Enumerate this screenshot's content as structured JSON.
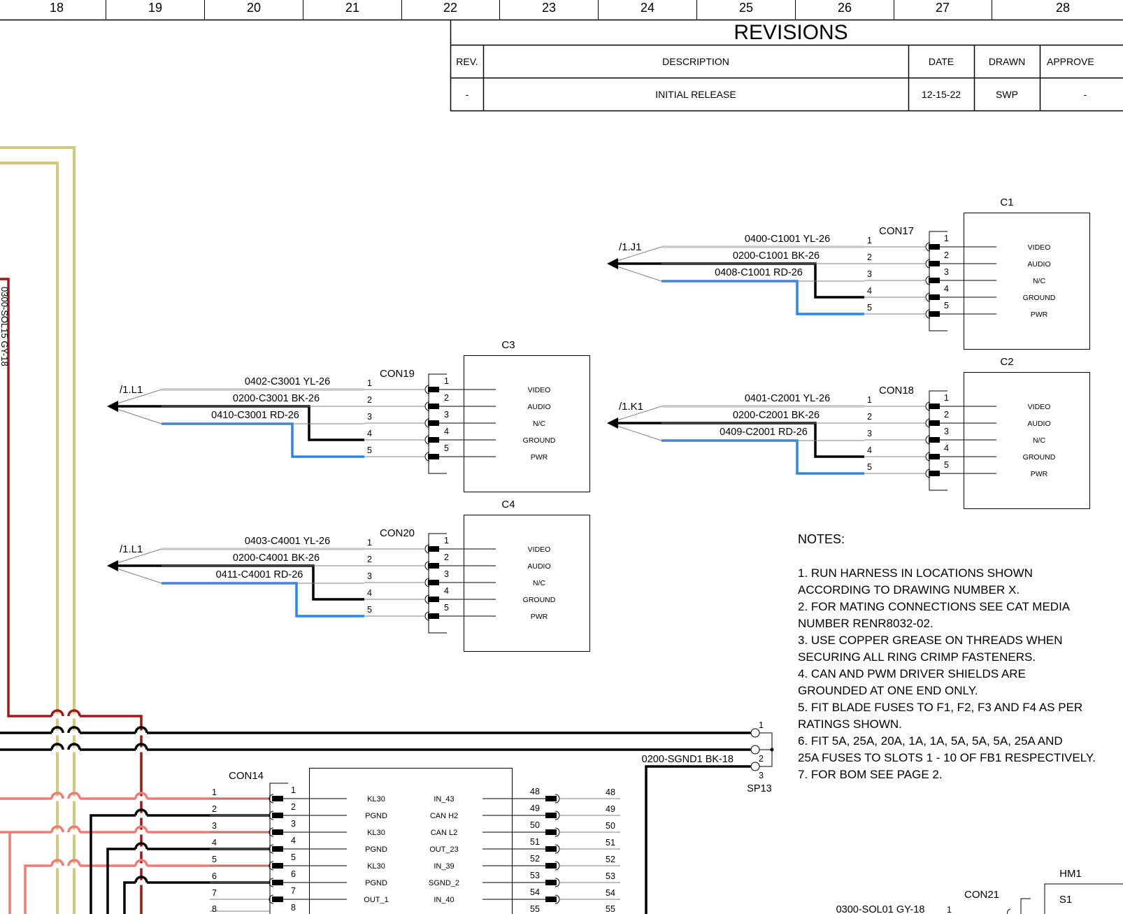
{
  "zones": [
    "18",
    "19",
    "20",
    "21",
    "22",
    "23",
    "24",
    "25",
    "26",
    "27",
    "28"
  ],
  "revisions": {
    "title": "REVISIONS",
    "headers": {
      "rev": "REV.",
      "description": "DESCRIPTION",
      "date": "DATE",
      "drawn": "DRAWN",
      "approved": "APPROVE"
    },
    "rows": [
      {
        "rev": "-",
        "description": "INITIAL RELEASE",
        "date": "12-15-22",
        "drawn": "SWP",
        "approved": "-"
      }
    ]
  },
  "vertical_wire_label": "0300-SOL15 GY-18",
  "connectors": {
    "c1": {
      "name": "C1",
      "mate": "CON17",
      "ref": "/1.J1",
      "wires": [
        "0400-C1001 YL-26",
        "0200-C1001 BK-26",
        "0408-C1001 RD-26"
      ],
      "pins": [
        "1",
        "2",
        "3",
        "4",
        "5"
      ],
      "signals": [
        "VIDEO",
        "AUDIO",
        "N/C",
        "GROUND",
        "PWR"
      ]
    },
    "c2": {
      "name": "C2",
      "mate": "CON18",
      "ref": "/1.K1",
      "wires": [
        "0401-C2001 YL-26",
        "0200-C2001 BK-26",
        "0409-C2001 RD-26"
      ],
      "pins": [
        "1",
        "2",
        "3",
        "4",
        "5"
      ],
      "signals": [
        "VIDEO",
        "AUDIO",
        "N/C",
        "GROUND",
        "PWR"
      ]
    },
    "c3": {
      "name": "C3",
      "mate": "CON19",
      "ref": "/1.L1",
      "wires": [
        "0402-C3001 YL-26",
        "0200-C3001 BK-26",
        "0410-C3001 RD-26"
      ],
      "pins": [
        "1",
        "2",
        "3",
        "4",
        "5"
      ],
      "signals": [
        "VIDEO",
        "AUDIO",
        "N/C",
        "GROUND",
        "PWR"
      ]
    },
    "c4": {
      "name": "C4",
      "mate": "CON20",
      "ref": "/1.L1",
      "wires": [
        "0403-C4001 YL-26",
        "0200-C4001 BK-26",
        "0411-C4001 RD-26"
      ],
      "pins": [
        "1",
        "2",
        "3",
        "4",
        "5"
      ],
      "signals": [
        "VIDEO",
        "AUDIO",
        "N/C",
        "GROUND",
        "PWR"
      ]
    }
  },
  "splice": {
    "name": "SP13",
    "pins": [
      "1",
      "2",
      "3"
    ],
    "wire": "0200-SGND1 BK-18"
  },
  "con14": {
    "name": "CON14",
    "left_pins": [
      "1",
      "2",
      "3",
      "4",
      "5",
      "6",
      "7",
      "8"
    ],
    "left_signals": [
      "KL30",
      "PGND",
      "KL30",
      "PGND",
      "KL30",
      "PGND",
      "OUT_1"
    ],
    "right_signals": [
      "IN_43",
      "CAN H2",
      "CAN L2",
      "OUT_23",
      "IN_39",
      "SGND_2",
      "IN_40"
    ],
    "right_pins": [
      "48",
      "49",
      "50",
      "51",
      "52",
      "53",
      "54",
      "55"
    ]
  },
  "hm1": {
    "name": "HM1",
    "switch": "S1",
    "mate": "CON21",
    "wire": "0300-SOL01 GY-18",
    "pin": "1"
  },
  "notes": {
    "title": "NOTES:",
    "lines": [
      "1. RUN HARNESS IN LOCATIONS SHOWN",
      "ACCORDING TO DRAWING NUMBER X.",
      "2. FOR MATING CONNECTIONS SEE CAT MEDIA",
      "NUMBER RENR8032-02.",
      "3. USE COPPER GREASE ON THREADS WHEN",
      "SECURING ALL RING CRIMP FASTENERS.",
      "4. CAN AND PWM DRIVER SHIELDS ARE",
      "GROUNDED AT ONE END ONLY.",
      "5. FIT BLADE FUSES TO F1, F2, F3 AND F4 AS PER",
      "RATINGS SHOWN.",
      "6. FIT 5A, 25A, 20A, 1A, 1A, 5A, 5A, 5A, 25A AND",
      "25A FUSES TO SLOTS 1 - 10 OF FB1 RESPECTIVELY.",
      "7. FOR BOM SEE PAGE 2."
    ]
  },
  "colors": {
    "yellow_wire": "#d4c97a",
    "red_wire": "#a01818",
    "pink_wire": "#f07a74",
    "blue_wire": "#2c86e8",
    "gray_wire": "#c8c8c8",
    "black_wire": "#000000"
  }
}
